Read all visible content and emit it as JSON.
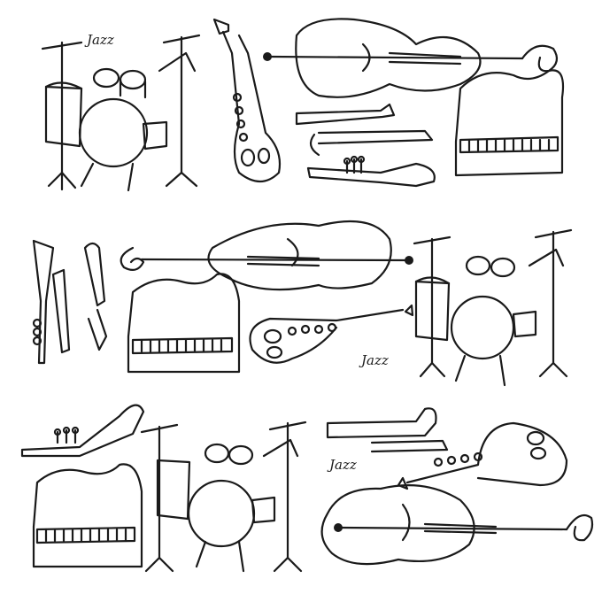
{
  "pattern": {
    "background_color": "#ffffff",
    "ink_color": "#1a1a1a",
    "labels": [
      "Jazz",
      "Jazz",
      "Jazz"
    ]
  }
}
